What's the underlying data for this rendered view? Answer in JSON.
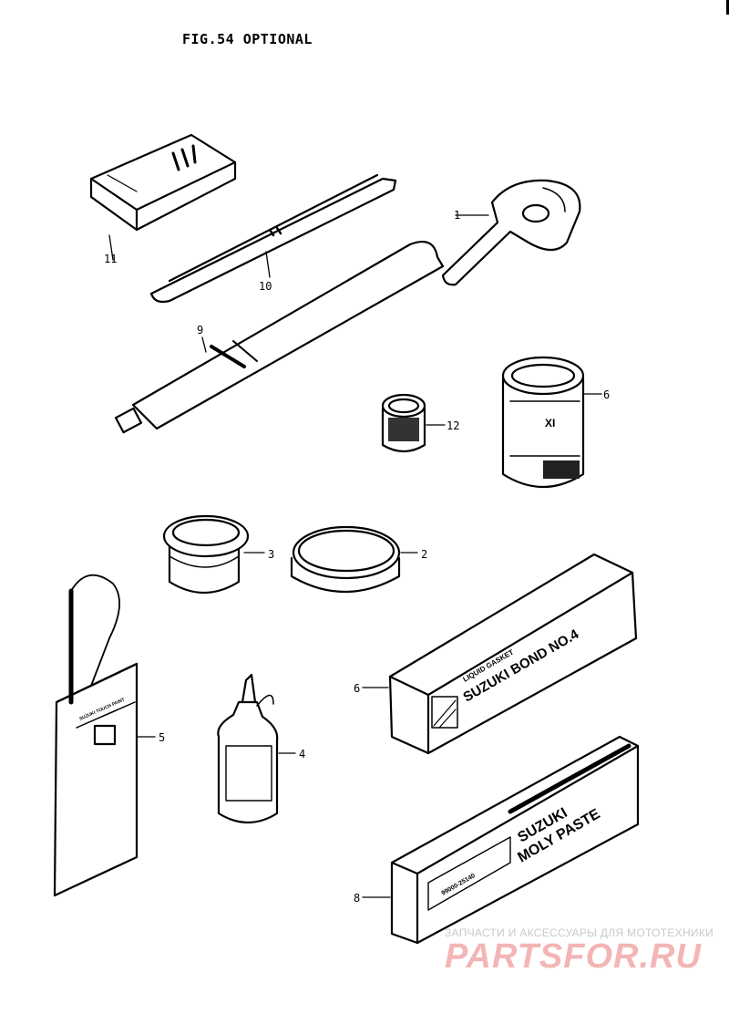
{
  "figure": {
    "title": "FIG.54  OPTIONAL"
  },
  "parts": [
    {
      "callout": "1",
      "label_hint": "key"
    },
    {
      "callout": "2",
      "label_hint": "round can lid"
    },
    {
      "callout": "3",
      "label_hint": "small jar"
    },
    {
      "callout": "4",
      "label_hint": "oil bottle"
    },
    {
      "callout": "5",
      "label_hint": "touch-up container"
    },
    {
      "callout": "6",
      "label_hint": "paint can"
    },
    {
      "callout": "6",
      "label_hint": "gasket box"
    },
    {
      "callout": "8",
      "label_hint": "paste box"
    },
    {
      "callout": "9",
      "label_hint": "grease gun"
    },
    {
      "callout": "10",
      "label_hint": "tire lever"
    },
    {
      "callout": "11",
      "label_hint": "pouch"
    },
    {
      "callout": "12",
      "label_hint": "small tin"
    }
  ],
  "packages": {
    "gasket_box": {
      "small_text": "LIQUID GASKET",
      "main_text": "SUZUKI BOND NO.4"
    },
    "paste_box": {
      "line1": "SUZUKI",
      "line2": "MOLY PASTE",
      "part_no": "99000-25140"
    },
    "paint_can": {
      "text": "XI"
    },
    "container": {
      "text": "SUZUKI TOUCH PAINT"
    }
  },
  "watermark": {
    "line1": "ЗАПЧАСТИ И АКСЕССУАРЫ ДЛЯ МОТОТЕХНИКИ",
    "line2": "PARTSFOR.RU"
  }
}
